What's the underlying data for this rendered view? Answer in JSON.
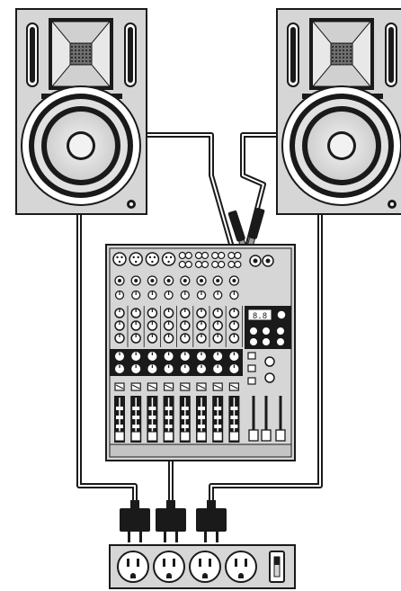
{
  "diagram": {
    "speakers": [
      {
        "id": "left",
        "badge_left": "",
        "badge_right": ""
      },
      {
        "id": "right",
        "badge_left": "",
        "badge_right": ""
      }
    ],
    "mixer": {
      "input_channels": 8,
      "display_readout": "8.8"
    },
    "power_strip": {
      "outlets": 4,
      "has_switch": true
    },
    "plugs": 3,
    "colors": {
      "line": "#1a1a1a",
      "panel": "#d6d6d6",
      "panel_dark": "#b9b9b9",
      "display": "#111111",
      "background": "#ffffff"
    }
  }
}
